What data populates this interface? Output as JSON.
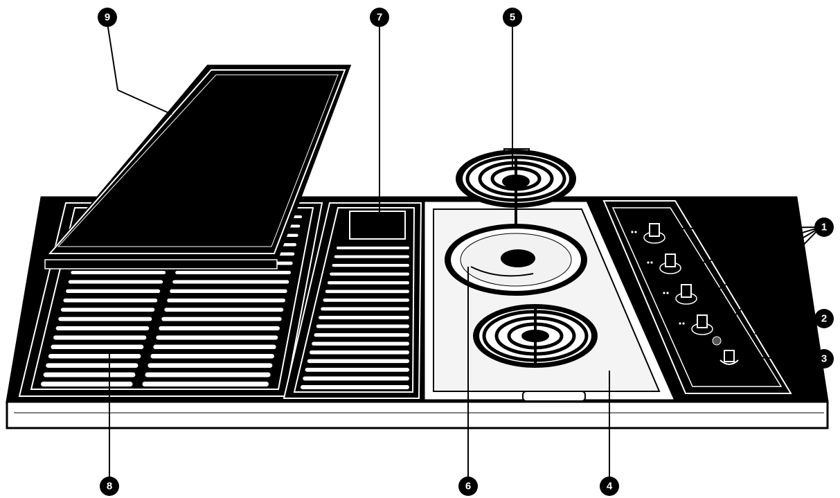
{
  "figure": {
    "subject": "cooktop-exploded-view",
    "colors": {
      "ink": "#000000",
      "paper": "#ffffff",
      "surface": "#f4f4f4"
    }
  },
  "callouts": [
    {
      "id": "callout-1",
      "label": "1"
    },
    {
      "id": "callout-2",
      "label": "2"
    },
    {
      "id": "callout-3",
      "label": "3"
    },
    {
      "id": "callout-4",
      "label": "4"
    },
    {
      "id": "callout-5",
      "label": "5"
    },
    {
      "id": "callout-6",
      "label": "6"
    },
    {
      "id": "callout-7",
      "label": "7"
    },
    {
      "id": "callout-8",
      "label": "8"
    },
    {
      "id": "callout-9",
      "label": "9"
    }
  ],
  "control_panel": {
    "knob_count": 4,
    "switch_count": 1
  }
}
